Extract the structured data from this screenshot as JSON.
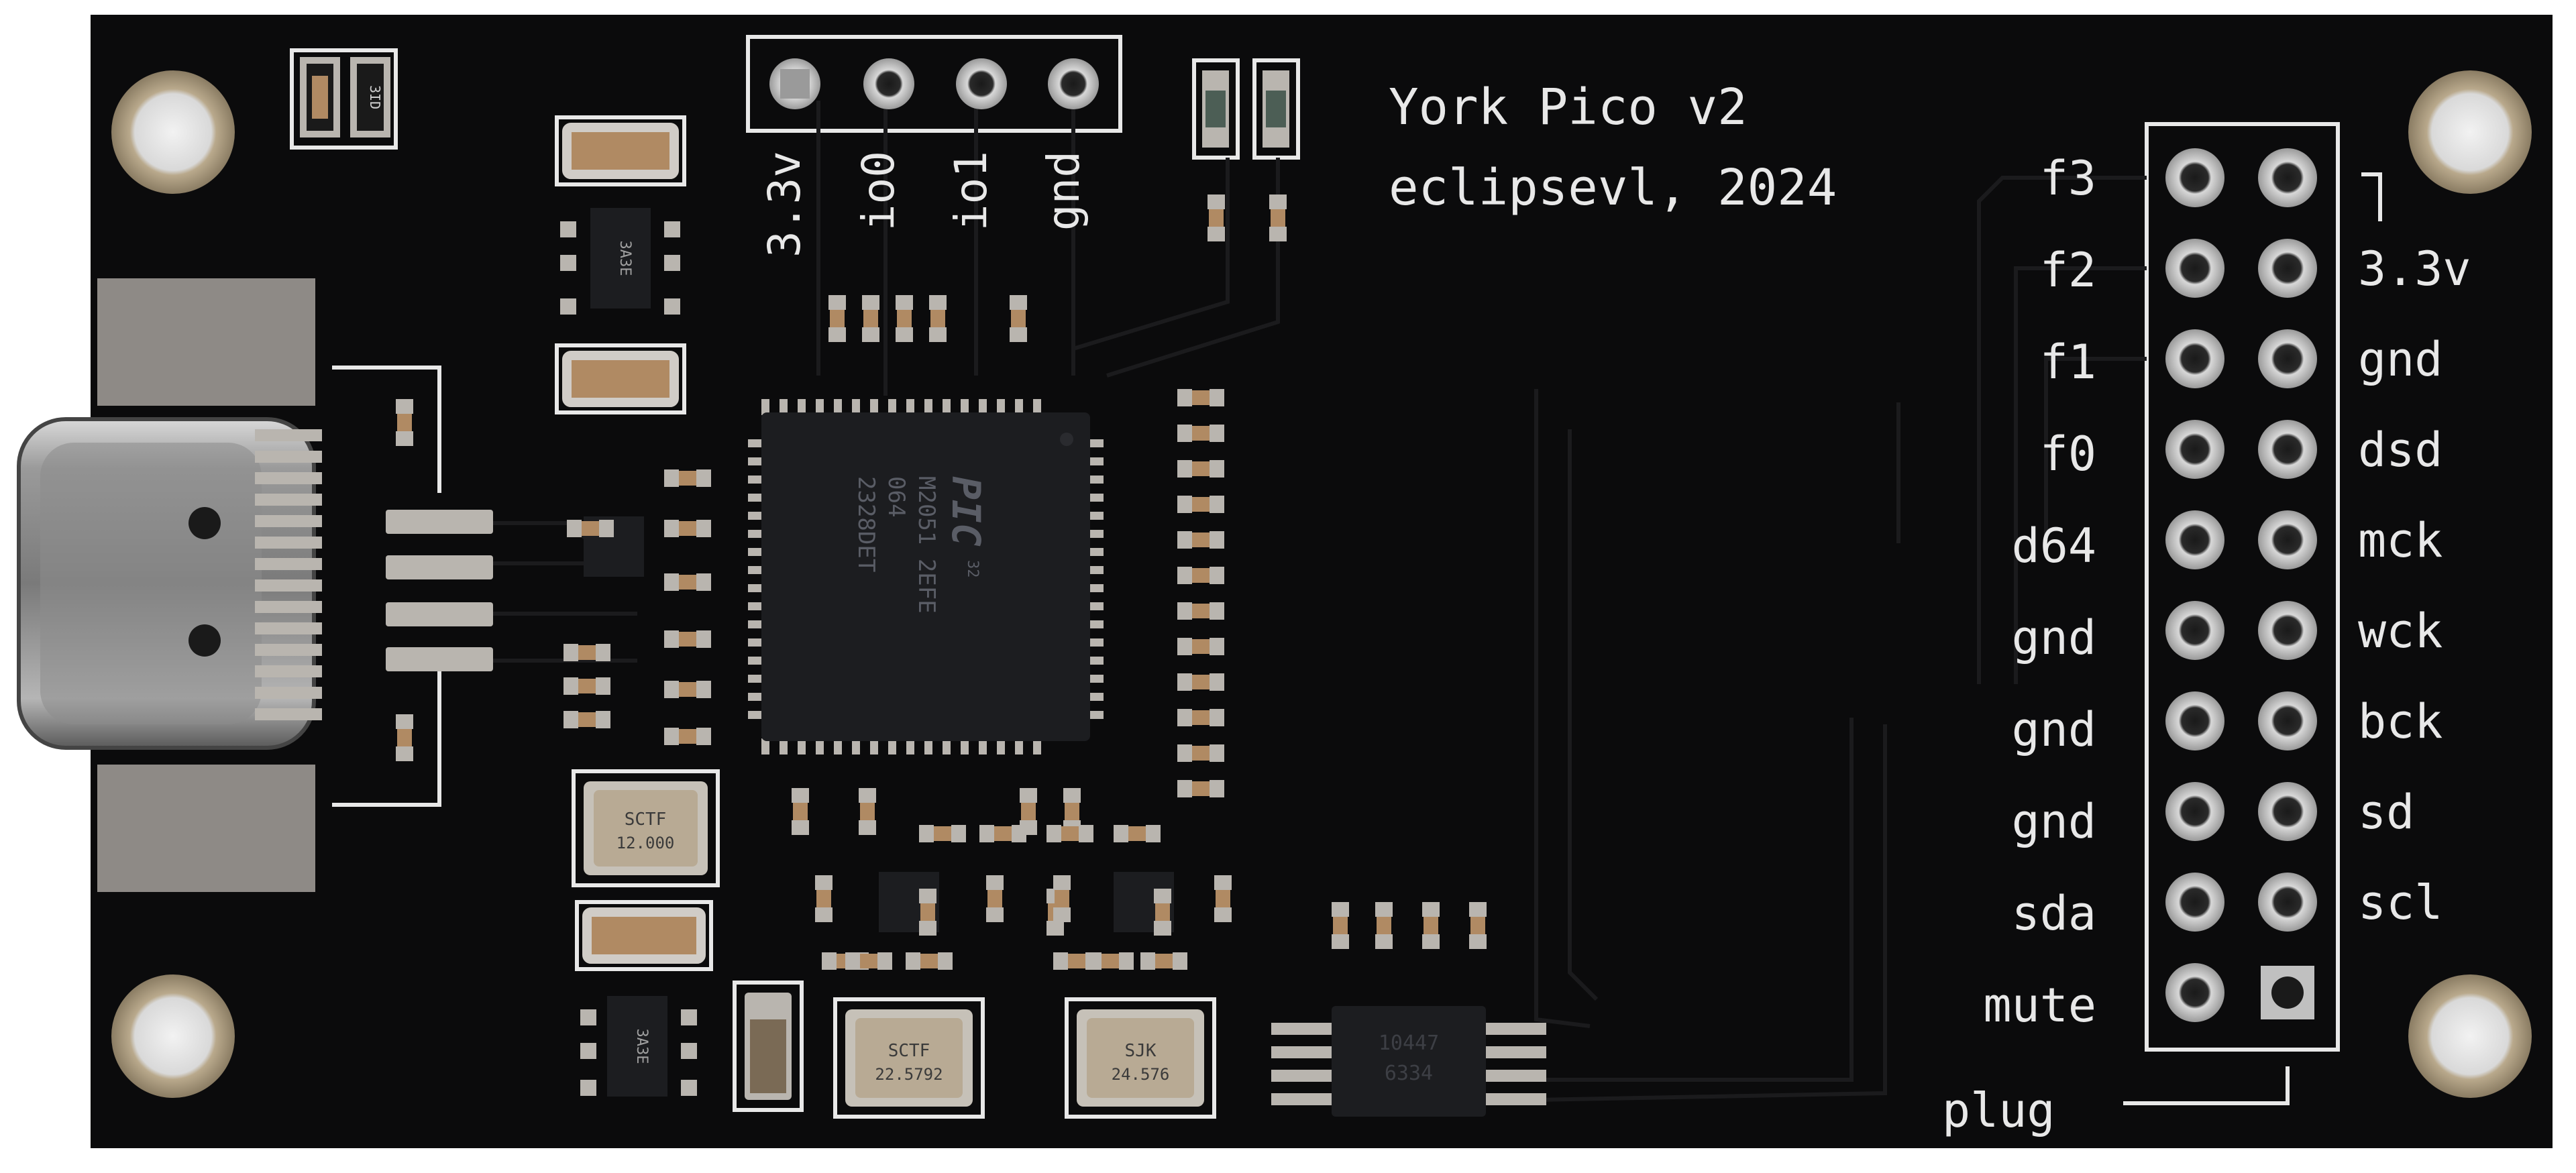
{
  "board": {
    "title_line1": "York Pico v2",
    "title_line2": "eclipsevl, 2024",
    "colors": {
      "pcb": "#0b0b0c",
      "silk": "#e8e8e8",
      "copper_pad": "#c9c6c0",
      "chip": "#1c1d20",
      "component_tan": "#b08a63"
    }
  },
  "top_header": {
    "labels": [
      "3.3v",
      "io0",
      "io1",
      "gnd"
    ]
  },
  "mcu": {
    "line1": "M2051 2EFE",
    "line2": "064",
    "line3": "2328DET",
    "brand": "PIC",
    "sup": "32"
  },
  "crystals": [
    {
      "line1": "SCTF",
      "line2": "12.000"
    },
    {
      "line1": "SCTF",
      "line2": "22.5792"
    },
    {
      "line1": "SJK",
      "line2": "24.576"
    }
  ],
  "small_ic_marks": [
    "3A3E",
    "3A3E",
    "3ID"
  ],
  "soic": {
    "line1": "10447",
    "line2": "6334"
  },
  "connector": {
    "left_labels": [
      "f3",
      "f2",
      "f1",
      "f0",
      "d64",
      "gnd",
      "gnd",
      "gnd",
      "sda",
      "mute"
    ],
    "right_labels": [
      "3.3v",
      "gnd",
      "dsd",
      "mck",
      "wck",
      "bck",
      "sd",
      "scl"
    ],
    "bottom_label": "plug"
  }
}
